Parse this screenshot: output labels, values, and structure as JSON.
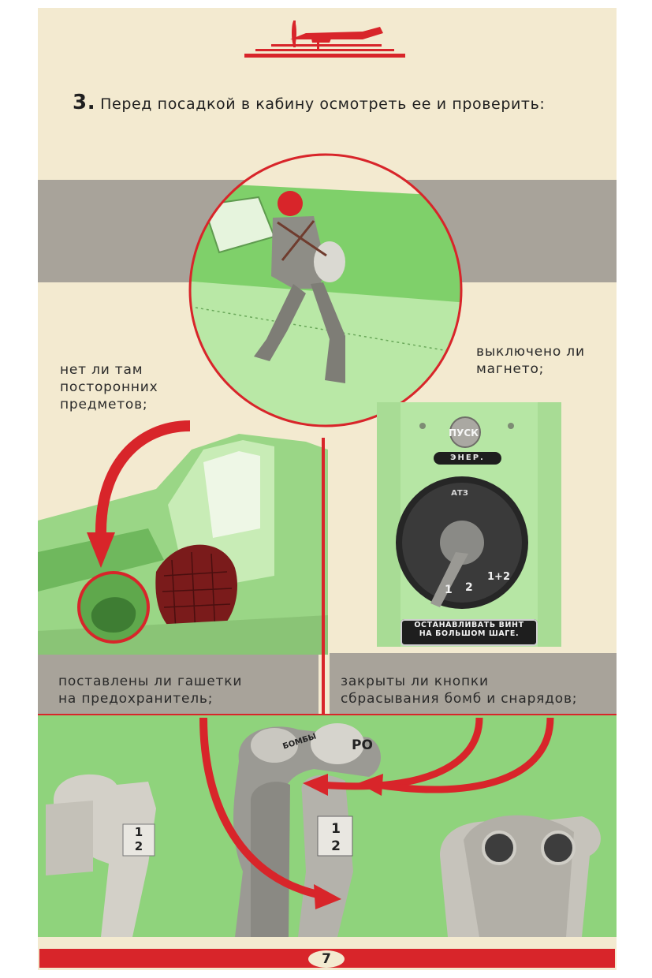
{
  "colors": {
    "red": "#d8252a",
    "green": "#8fd37c",
    "light_green": "#b6e6a4",
    "gray": "#a8a39a",
    "paper": "#f3ead0"
  },
  "heading": {
    "number": "3.",
    "text": "Перед посадкой в кабину осмотреть ее и проверить:"
  },
  "captions": {
    "foreign_objects": [
      "нет ли там",
      "посторонних",
      "предметов;"
    ],
    "magneto": [
      "выключено ли",
      "магнето;"
    ],
    "triggers": [
      "поставлены ли гашетки",
      "на предохранитель;"
    ],
    "buttons": [
      "закрыты ли кнопки",
      "сбрасывания бомб и снарядов;"
    ]
  },
  "panel": {
    "start_button": "ПУСК",
    "energy_label": "ЭНЕР.",
    "switch_labels": [
      "1",
      "2",
      "1+2"
    ],
    "dial_label": "АТЗ",
    "warning_plate": [
      "ОСТАНАВЛИВАТЬ ВИНТ",
      "НА БОЛЬШОМ ШАГЕ."
    ]
  },
  "controls": {
    "label_bombs": "БОМБЫ",
    "label_ro": "РО",
    "left_plate": [
      "1",
      "2"
    ],
    "center_plate": [
      "1",
      "2"
    ]
  },
  "page_number": "7"
}
